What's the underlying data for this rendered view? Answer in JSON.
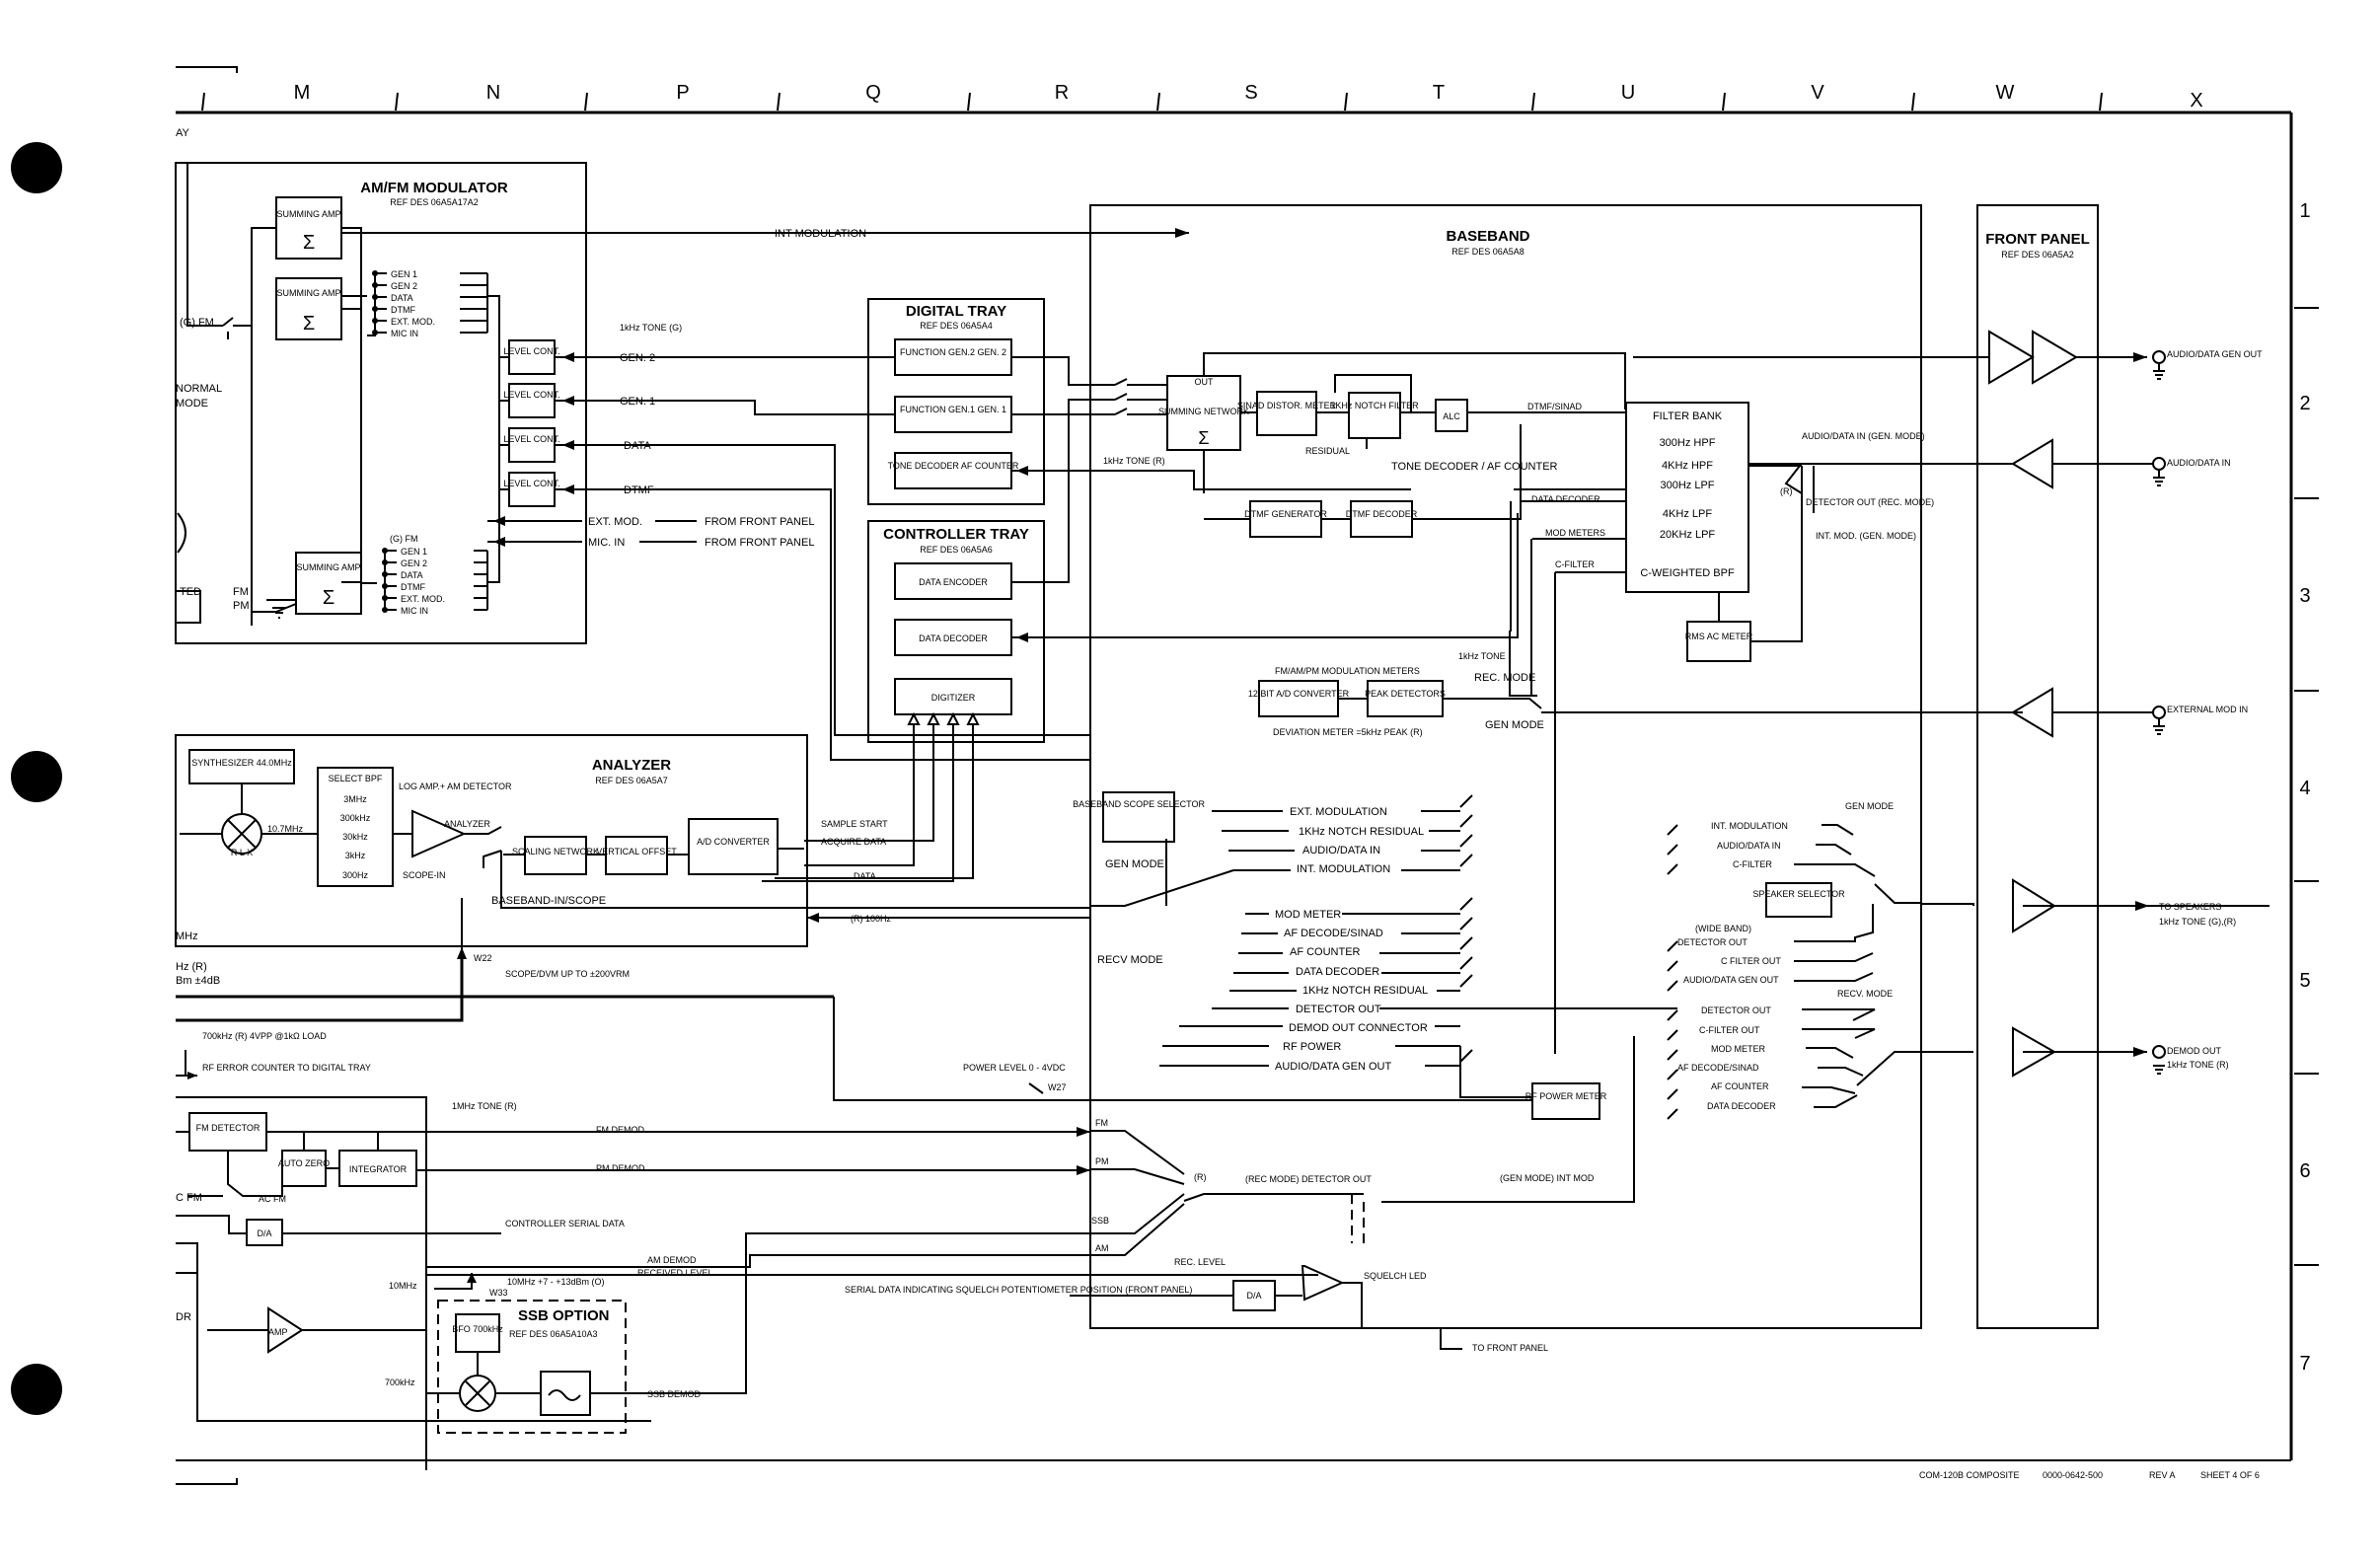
{
  "column_letters": [
    "M",
    "N",
    "P",
    "Q",
    "R",
    "S",
    "T",
    "U",
    "V",
    "W",
    "X"
  ],
  "row_numbers": [
    "1",
    "2",
    "3",
    "4",
    "5",
    "6",
    "7"
  ],
  "edge_texts": {
    "ay": "AY",
    "normal": "NORMAL",
    "mode": "MODE",
    "ted": "TED",
    "gfm": "(G) FM",
    "fm": "FM",
    "pm": "PM",
    "mhz": "MHz",
    "hz_r": "Hz (R)",
    "bm": "Bm ±4dB",
    "cfm": "C FM",
    "dr": "DR"
  },
  "am_fm": {
    "title": "AM/FM MODULATOR",
    "ref": "REF DES 06A5A17A2",
    "summing_amp": "SUMMING AMP",
    "sigma": "Σ",
    "mux_labels": [
      "GEN 1",
      "GEN 2",
      "DATA",
      "DTMF",
      "EXT. MOD.",
      "MIC IN"
    ],
    "level_cont": "LEVEL CONT.",
    "gfm": "(G) FM"
  },
  "signals": {
    "int_modulation": "INT MODULATION",
    "tone_1khz": "1kHz TONE (G)",
    "gen2": "GEN. 2",
    "gen1": "GEN. 1",
    "data": "DATA",
    "dtmf": "DTMF",
    "ext_mod": "EXT. MOD.",
    "mic_in": "MIC. IN",
    "from_front_panel": "FROM FRONT PANEL",
    "tone_r": "1kHz TONE (R)"
  },
  "digital_tray": {
    "title": "DIGITAL TRAY",
    "ref": "REF DES 06A5A4",
    "fg2": "FUNCTION GEN.2 GEN. 2",
    "fg1": "FUNCTION GEN.1 GEN. 1",
    "tone_dec": "TONE DECODER AF COUNTER"
  },
  "controller_tray": {
    "title": "CONTROLLER TRAY",
    "ref": "REF DES 06A5A6",
    "enc": "DATA ENCODER",
    "dec": "DATA DECODER",
    "dig": "DIGITIZER"
  },
  "baseband": {
    "title": "BASEBAND",
    "ref": "REF DES 06A5A8",
    "summing": "SUMMING NETWORK",
    "out": "OUT",
    "sinad": "SINAD DISTOR. METER",
    "notch": "1KHz NOTCH FILTER",
    "alc": "ALC",
    "residual": "RESIDUAL",
    "dtmf_sinad": "DTMF/SINAD",
    "tone_af": "TONE DECODER / AF COUNTER",
    "data_decoder": "DATA DECODER",
    "mod_meters": "MOD METERS",
    "c_filter": "C-FILTER",
    "dtmf_gen": "DTMF GENERATOR",
    "dtmf_dec": "DTMF DECODER",
    "fb_title": "FILTER BANK",
    "fb_items": [
      "300Hz HPF",
      "4KHz HPF",
      "300Hz LPF",
      "4KHz LPF",
      "20KHz LPF",
      "C-WEIGHTED BPF"
    ],
    "rms": "RMS AC METER",
    "tone_1k": "1kHz TONE",
    "rec_mode": "REC. MODE",
    "gen_mode": "GEN MODE",
    "meters_title": "FM/AM/PM MODULATION METERS",
    "adc": "12 BIT A/D CONVERTER",
    "peak": "PEAK DETECTORS",
    "deviation": "DEVIATION METER =5kHz PEAK (R)",
    "scope_sel": "BASEBAND SCOPE SELECTOR",
    "gen_mode2": "GEN MODE",
    "recv_mode": "RECV MODE",
    "gen_list": [
      "EXT. MODULATION",
      "1KHz NOTCH RESIDUAL",
      "AUDIO/DATA IN",
      "INT. MODULATION"
    ],
    "recv_list": [
      "MOD METER",
      "AF DECODE/SINAD",
      "AF COUNTER",
      "DATA DECODER",
      "1KHz NOTCH RESIDUAL",
      "DETECTOR OUT",
      "DEMOD OUT CONNECTOR",
      "RF POWER",
      "AUDIO/DATA GEN OUT"
    ],
    "rf_meter": "RF POWER METER",
    "power_level": "POWER LEVEL 0 - 4VDC",
    "w27": "W27",
    "fm": "FM",
    "pm": "PM",
    "ssb": "SSB",
    "am": "AM",
    "r": "(R)",
    "rec_mode_det": "(REC MODE) DETECTOR OUT",
    "gen_mode_int": "(GEN MODE) INT MOD",
    "rec_level": "REC. LEVEL",
    "da": "D/A",
    "squelch": "SQUELCH LED",
    "serial": "SERIAL DATA INDICATING SQUELCH POTENTIOMETER POSITION (FRONT PANEL)",
    "to_front": "TO FRONT PANEL"
  },
  "right_panel": {
    "audio_in": "AUDIO/DATA IN (GEN. MODE)",
    "det_out": "DETECTOR OUT (REC. MODE)",
    "int_mod": "INT. MOD. (GEN. MODE)",
    "r": "(R)",
    "gen_mode_title": "GEN MODE",
    "gen_items": [
      "INT. MODULATION",
      "AUDIO/DATA IN",
      "C-FILTER"
    ],
    "speaker_sel": "SPEAKER SELECTOR",
    "wide_band": "(WIDE BAND)",
    "wb_items": [
      "DETECTOR OUT",
      "C FILTER OUT",
      "AUDIO/DATA GEN OUT"
    ],
    "recv_mode": "RECV. MODE",
    "recv_items": [
      "DETECTOR OUT",
      "C-FILTER OUT",
      "MOD METER",
      "AF DECODE/SINAD",
      "AF COUNTER",
      "DATA DECODER"
    ]
  },
  "front_panel": {
    "title": "FRONT PANEL",
    "ref": "REF DES 06A5A2",
    "gen_out": "AUDIO/DATA GEN OUT",
    "data_in": "AUDIO/DATA IN",
    "ext_mod": "EXTERNAL MOD IN",
    "speakers": "TO SPEAKERS",
    "speakers_tone": "1kHz TONE (G),(R)",
    "demod": "DEMOD OUT",
    "demod_tone": "1kHz TONE (R)"
  },
  "analyzer": {
    "title": "ANALYZER",
    "ref": "REF DES 06A5A7",
    "synth": "SYNTHESIZER 44.0MHz",
    "bpf_title": "SELECT BPF",
    "bpf_items": [
      "3MHz",
      "300kHz",
      "30kHz",
      "3kHz",
      "300Hz"
    ],
    "log_amp": "LOG AMP.+ AM DETECTOR",
    "analyzer_lbl": "ANALYZER",
    "if": "10.7MHz",
    "scope_in": "SCOPE-IN",
    "scaling": "SCALING NETWORK",
    "vertical": "VERTICAL OFFSET",
    "adc": "A/D CONVERTER",
    "sample": "SAMPLE START",
    "acquire": "ACQUIRE DATA",
    "data": "DATA",
    "bb_in": "BASEBAND-IN/SCOPE",
    "r_100": "(R) 100Hz",
    "w22": "W22",
    "scope_dvm": "SCOPE/DVM UP TO ±200VRM",
    "rlx": "R L X"
  },
  "lower": {
    "700k": "700kHz (R) 4VPP @1kΩ LOAD",
    "rf_err": "RF ERROR COUNTER TO DIGITAL TRAY",
    "tone_r": "1MHz TONE (R)",
    "fm_det": "FM DETECTOR",
    "auto_zero": "AUTO ZERO",
    "integrator": "INTEGRATOR",
    "ac_fm": "AC FM",
    "fm_demod": "FM DEMOD",
    "pm_demod": "PM DEMOD",
    "da": "D/A",
    "ctrl_serial": "CONTROLLER SERIAL DATA",
    "am_demod": "AM DEMOD",
    "rx_level": "RECEIVED LEVEL",
    "10mhz": "10MHz",
    "range": "10MHz +7 - +13dBm (O)",
    "w33": "W33",
    "amp": "AMP",
    "bfo": "BFO 700kHz",
    "ssb": "SSB OPTION",
    "ssb_ref": "REF DES 06A5A10A3",
    "700": "700kHz",
    "ssb_demod": "SSB DEMOD"
  },
  "footer": {
    "doc": "COM-120B COMPOSITE",
    "num": "0000-0642-500",
    "rev": "REV A",
    "sheet": "SHEET 4 OF 6"
  }
}
